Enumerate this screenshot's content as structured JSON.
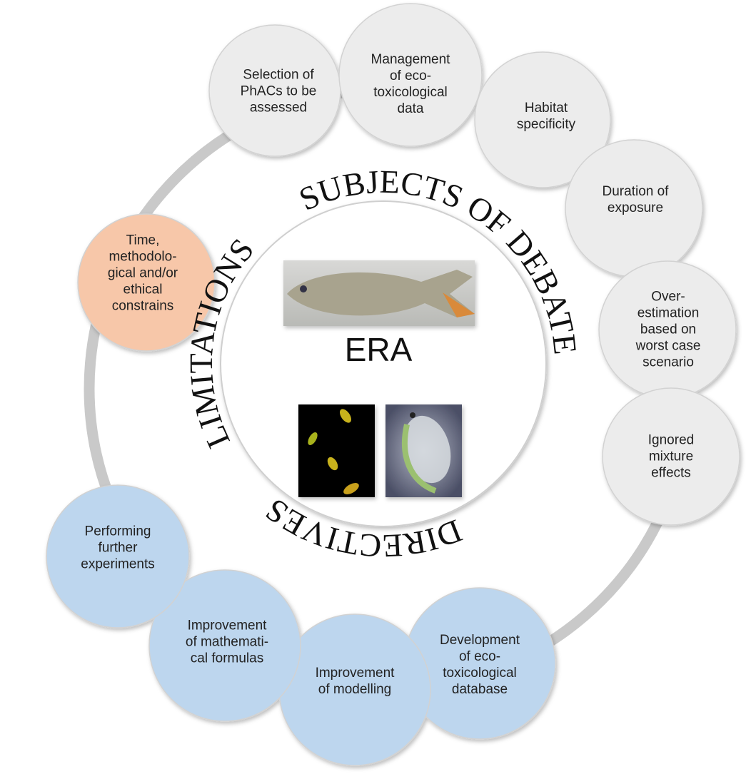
{
  "center": {
    "title": "ERA"
  },
  "curved_labels": {
    "limitations": "LIMITATIONS",
    "subjects": "SUBJECTS OF DEBATE",
    "directives": "DIRECTIVES"
  },
  "subjects_of_debate": [
    "Selection of\nPhACs to be\nassessed",
    "Management\nof eco-\ntoxicological\ndata",
    "Habitat\nspecificity",
    "Duration of\nexposure",
    "Over-\nestimation\nbased on\nworst case\nscenario",
    "Ignored\nmixture\neffects"
  ],
  "limitations": [
    "Time,\nmethodolo-\ngical and/or\nethical\nconstrains"
  ],
  "directives": [
    "Performing\nfurther\nexperiments",
    "Improvement\nof mathemati-\ncal formulas",
    "Improvement\nof modelling",
    "Development\nof eco-\ntoxicological\ndatabase"
  ],
  "colors": {
    "subject": "#ececec",
    "limitation": "#f7c7a9",
    "directive": "#bdd6ee",
    "ring": "#c9c9c9"
  }
}
